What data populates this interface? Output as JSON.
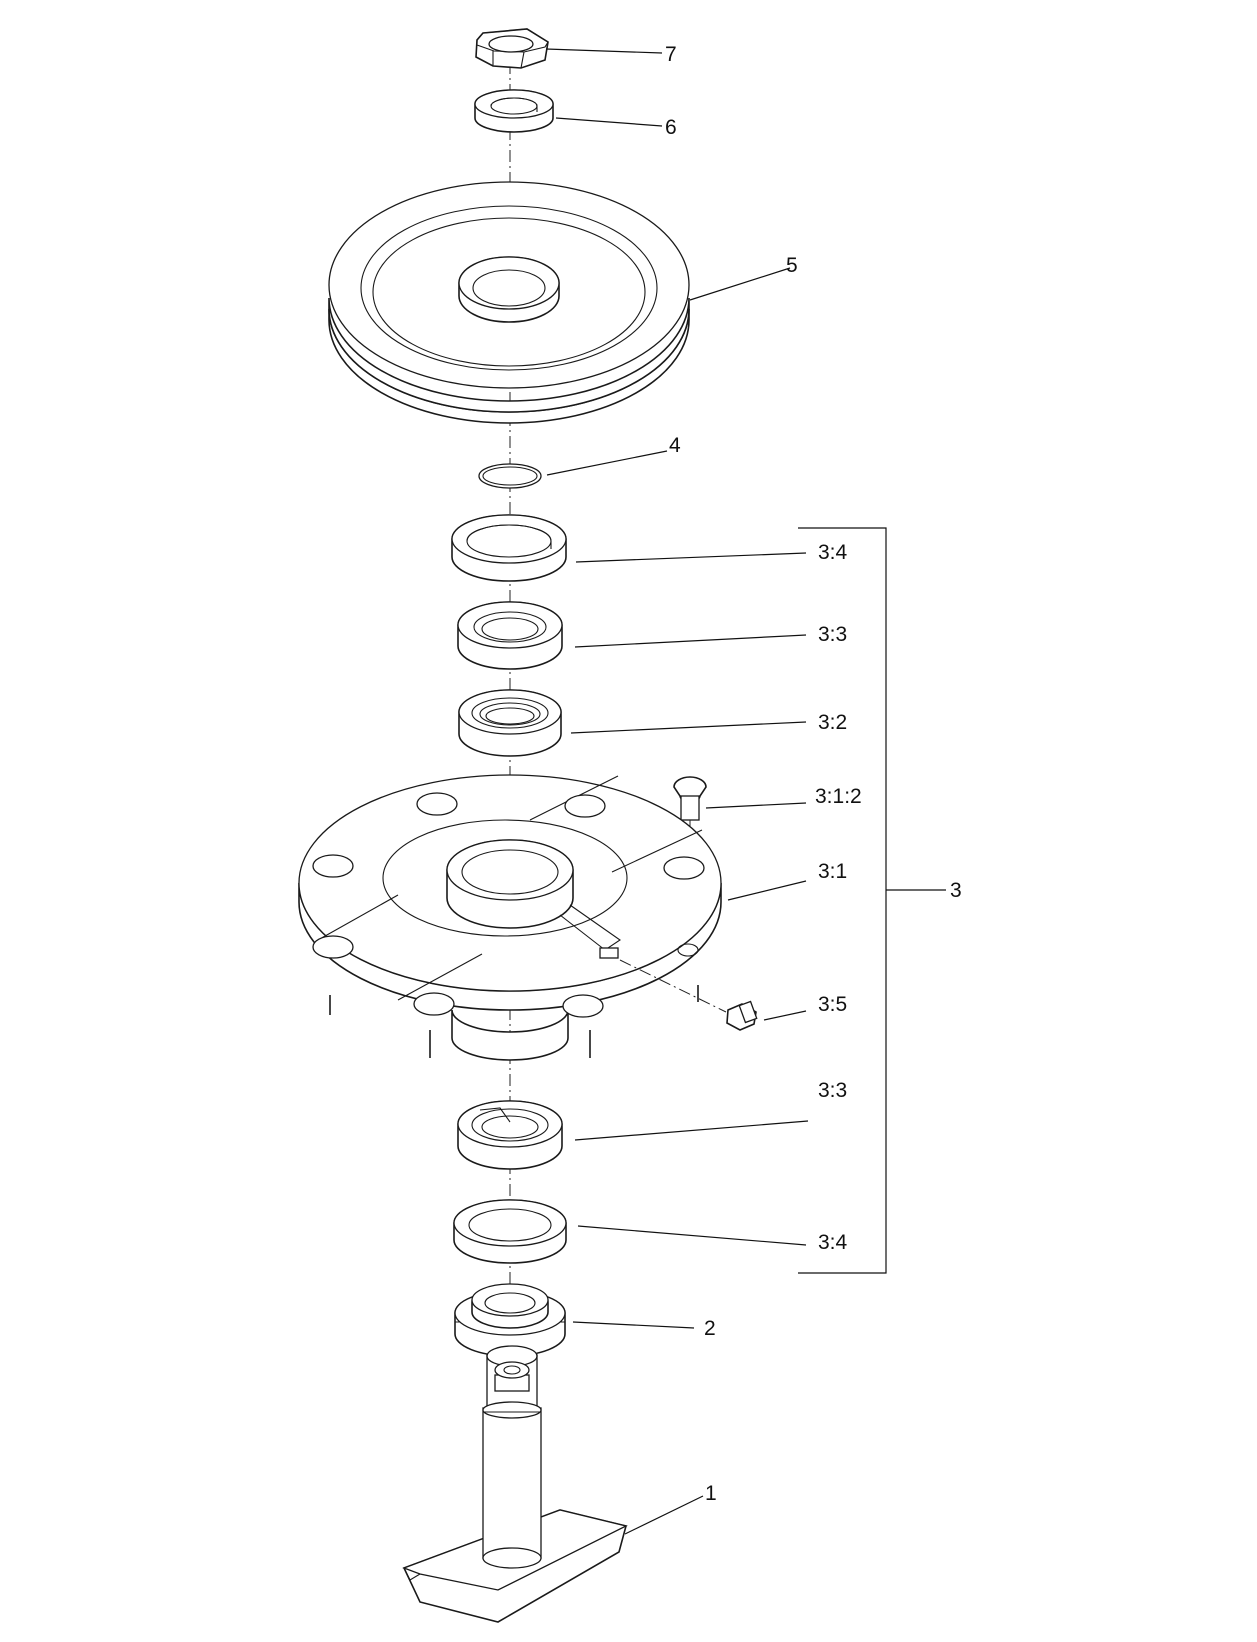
{
  "callouts": {
    "c7": "7",
    "c6": "6",
    "c5": "5",
    "c4": "4",
    "c3_4_top": "3:4",
    "c3_3_top": "3:3",
    "c3_2": "3:2",
    "c3_1_2": "3:1:2",
    "c3_1": "3:1",
    "c3": "3",
    "c3_5": "3:5",
    "c3_3_bottom": "3:3",
    "c3_4_bottom": "3:4",
    "c2": "2",
    "c1": "1"
  }
}
